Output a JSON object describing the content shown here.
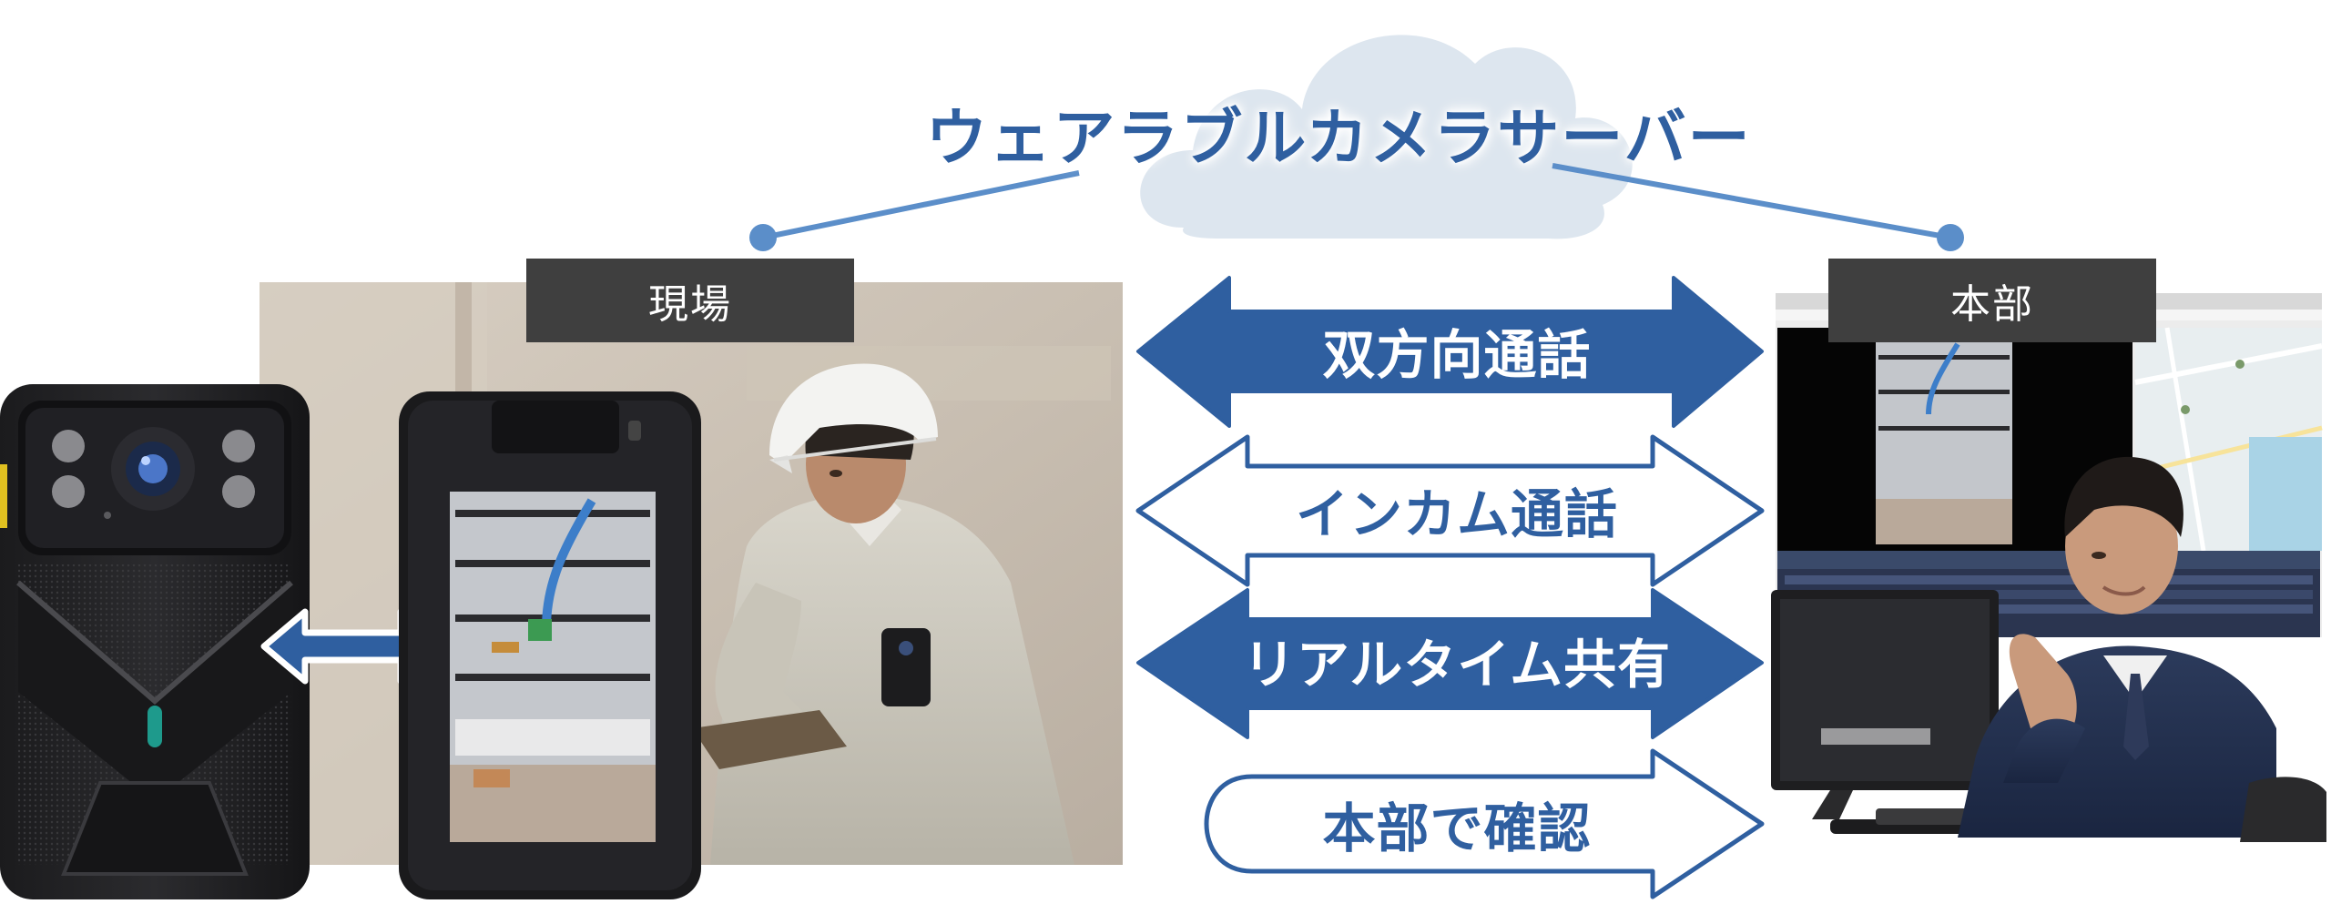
{
  "server": {
    "title": "ウェアラブルカメラサーバー"
  },
  "site": {
    "label": "現場"
  },
  "hq": {
    "label": "本部"
  },
  "arrows": [
    {
      "label": "双方向通話",
      "style": "filled",
      "direction": "both"
    },
    {
      "label": "インカム通話",
      "style": "outline",
      "direction": "both"
    },
    {
      "label": "リアルタイム共有",
      "style": "filled",
      "direction": "both"
    },
    {
      "label": "本部で確認",
      "style": "outline",
      "direction": "right"
    }
  ],
  "colors": {
    "primary_blue": "#2f5fa0",
    "tag_bg": "#3f3f3f",
    "cloud": "#dde6ef",
    "connector": "#5b8ec9"
  },
  "icons": [
    "cloud-icon",
    "wearable-camera-front",
    "wearable-camera-screen",
    "double-arrow-icon",
    "worker-photo",
    "operator-photo",
    "monitor-screen"
  ]
}
